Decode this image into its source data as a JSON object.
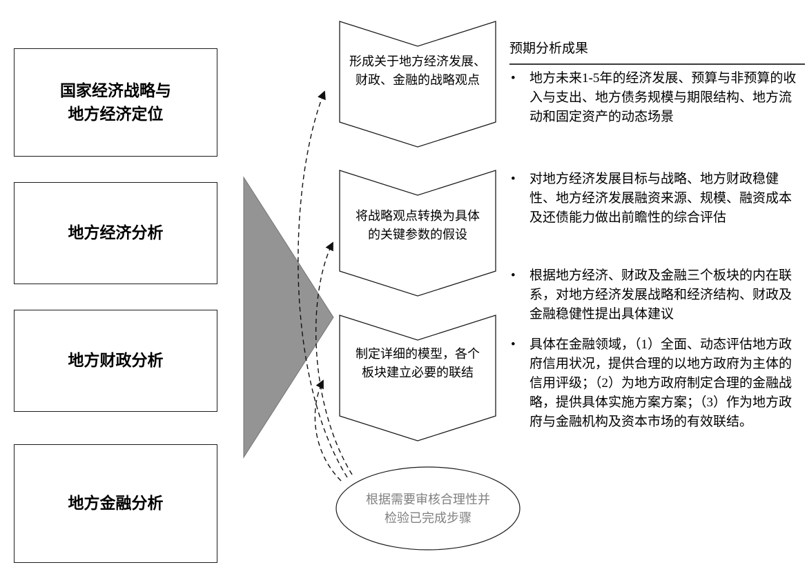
{
  "diagram": {
    "left_boxes": [
      {
        "label": "国家经济战略与\n地方经济定位"
      },
      {
        "label": "地方经济分析"
      },
      {
        "label": "地方财政分析"
      },
      {
        "label": "地方金融分析"
      }
    ],
    "steps": [
      {
        "label": "形成关于地方经济发展、\n财政、金融的战略观点"
      },
      {
        "label": "将战略观点转换为具体\n的关键参数的假设"
      },
      {
        "label": "制定详细的模型，各个\n板块建立必要的联结"
      }
    ],
    "review_note": "根据需要审核合理性并\n检验已完成步骤",
    "results": {
      "title": "预期分析成果",
      "bullet_char": "•",
      "bullets": [
        "地方未来1-5年的经济发展、预算与非预算的收入与支出、地方债务规模与期限结构、地方流动和固定资产的动态场景",
        "对地方经济发展目标与战略、地方财政稳健性、地方经济发展融资来源、规模、融资成本及还债能力做出前瞻性的综合评估",
        "根据地方经济、财政及金融三个板块的内在联系，对地方经济发展战略和经济结构、财政及金融稳健性提出具体建议",
        "具体在金融领域，（1）全面、动态评估地方政府信用状况，提供合理的以地方政府为主体的信用评级；（2）为地方政府制定合理的金融战略，提供具体实施方案方案；（3）作为地方政府与金融机构及资本市场的有效联结。"
      ]
    },
    "colors": {
      "arrow_fill": "#949494",
      "arrow_stroke": "#757575",
      "shape_stroke": "#1a1a1a",
      "review_text": "#808080"
    }
  }
}
